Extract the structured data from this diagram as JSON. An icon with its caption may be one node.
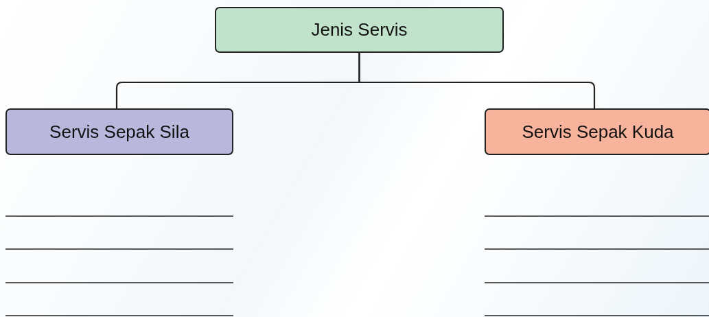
{
  "diagram": {
    "nodes": [
      {
        "text": [
          "Jenis Servis"
        ]
      },
      {
        "text": [
          "Servis Sepak Sila"
        ]
      },
      {
        "text": [
          "Servis Sepak Kuda"
        ]
      }
    ],
    "edges": [
      {
        "from": 0,
        "to": 1,
        "arrow": "none"
      },
      {
        "from": 0,
        "to": 2,
        "arrow": "none"
      }
    ]
  }
}
